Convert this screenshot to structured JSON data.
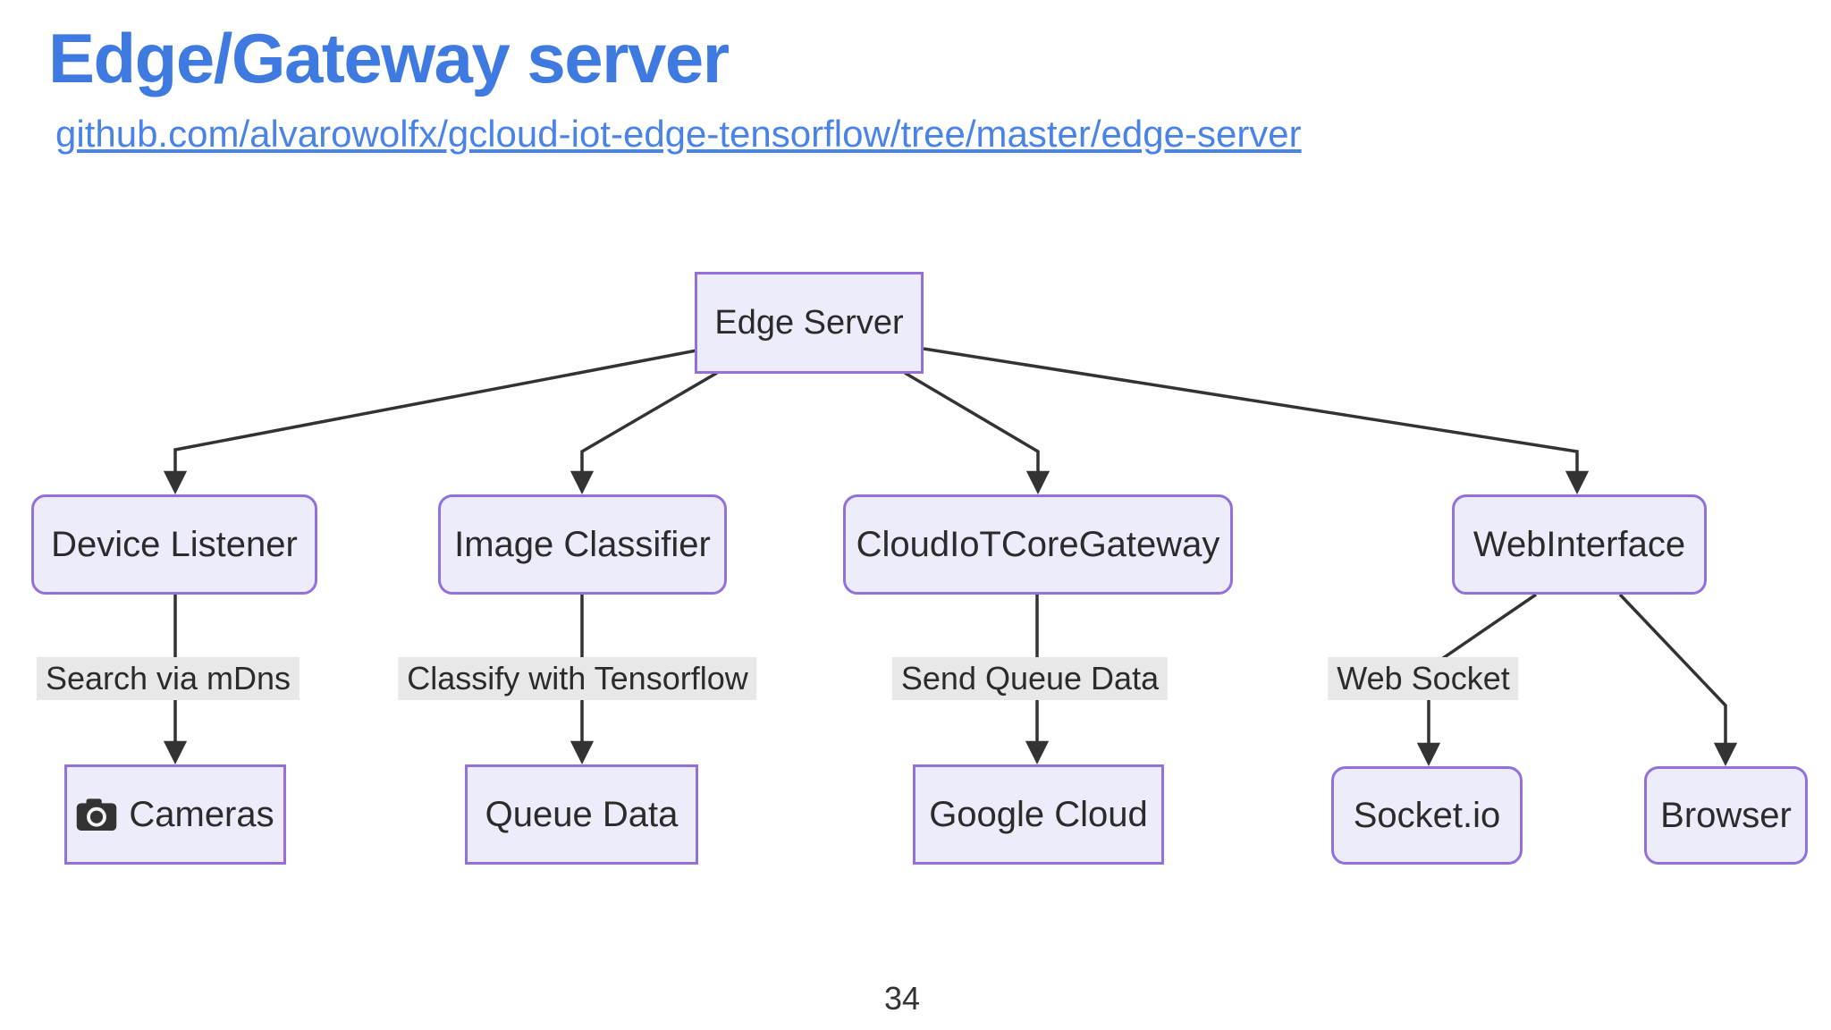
{
  "header": {
    "title": "Edge/Gateway server",
    "link": "github.com/alvarowolfx/gcloud-iot-edge-tensorflow/tree/master/edge-server"
  },
  "diagram": {
    "nodes": {
      "edge_server": {
        "label": "Edge Server"
      },
      "device_listener": {
        "label": "Device Listener"
      },
      "image_classifier": {
        "label": "Image Classifier"
      },
      "cloud_iot_core_gateway": {
        "label": "CloudIoTCoreGateway"
      },
      "web_interface": {
        "label": "WebInterface"
      },
      "cameras": {
        "label": "Cameras",
        "icon": "camera-icon"
      },
      "queue_data": {
        "label": "Queue Data"
      },
      "google_cloud": {
        "label": "Google Cloud"
      },
      "socket_io": {
        "label": "Socket.io"
      },
      "browser": {
        "label": "Browser"
      }
    },
    "edge_labels": {
      "search_via_mdns": "Search via mDns",
      "classify_with_tensorflow": "Classify with Tensorflow",
      "send_queue_data": "Send Queue Data",
      "web_socket": "Web Socket"
    },
    "edges": [
      {
        "from": "Edge Server",
        "to": "Device Listener"
      },
      {
        "from": "Edge Server",
        "to": "Image Classifier"
      },
      {
        "from": "Edge Server",
        "to": "CloudIoTCoreGateway"
      },
      {
        "from": "Edge Server",
        "to": "WebInterface"
      },
      {
        "from": "Device Listener",
        "to": "Cameras",
        "label": "Search via mDns"
      },
      {
        "from": "Image Classifier",
        "to": "Queue Data",
        "label": "Classify with Tensorflow"
      },
      {
        "from": "CloudIoTCoreGateway",
        "to": "Google Cloud",
        "label": "Send Queue Data"
      },
      {
        "from": "WebInterface",
        "to": "Socket.io",
        "label": "Web Socket"
      },
      {
        "from": "WebInterface",
        "to": "Browser"
      }
    ],
    "colors": {
      "title_blue": "#3E7ADF",
      "link_blue": "#4A83E8",
      "node_fill": "#ECECFA",
      "node_border": "#9370DB",
      "edge_line": "#333333",
      "edge_label_bg": "#E8E8E8",
      "node_text": "#2B2B2B"
    }
  },
  "footer": {
    "page_number": "34"
  }
}
